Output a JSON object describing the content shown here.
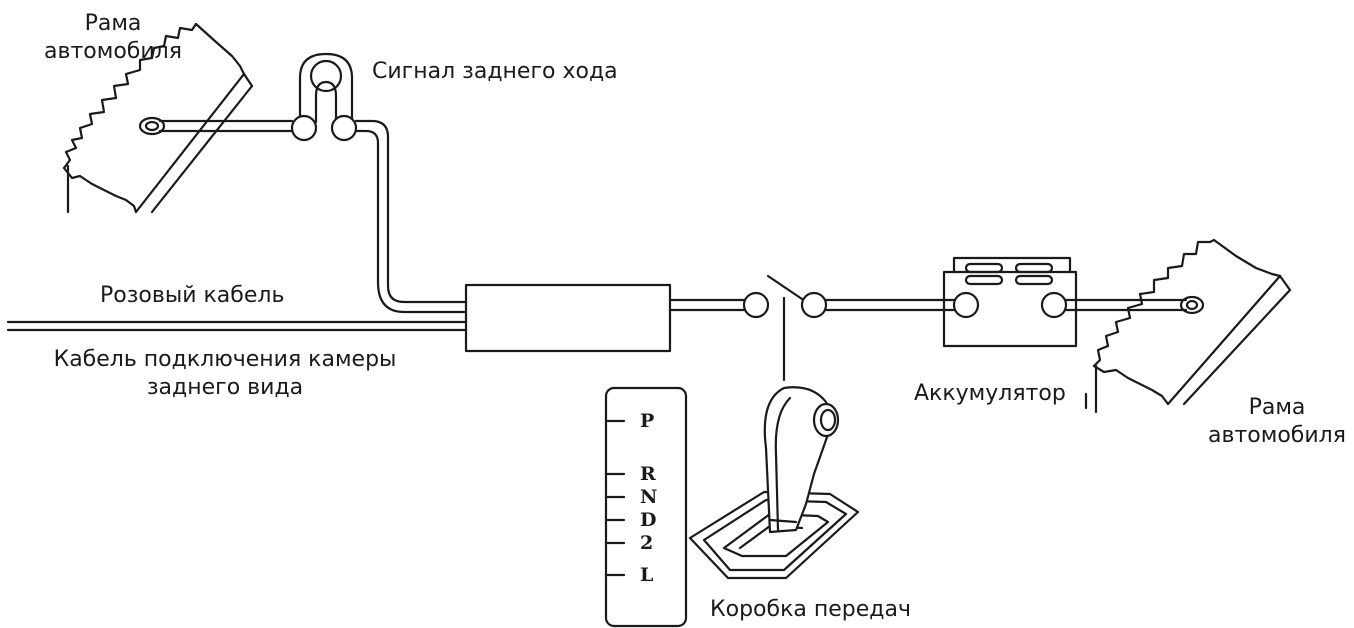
{
  "labels": {
    "frame_left_line1": "Рама",
    "frame_left_line2": "автомобиля",
    "reverse_signal": "Сигнал заднего хода",
    "pink_cable": "Розовый кабель",
    "camera_cable_line1": "Кабель подключения камеры",
    "camera_cable_line2": "заднего вида",
    "battery": "Аккумулятор",
    "frame_right_line1": "Рама",
    "frame_right_line2": "автомобиля",
    "gearbox": "Коробка передач"
  },
  "gear_positions": [
    "P",
    "R",
    "N",
    "D",
    "2",
    "L"
  ],
  "colors": {
    "stroke": "#1a1a1a",
    "background": "#ffffff"
  }
}
